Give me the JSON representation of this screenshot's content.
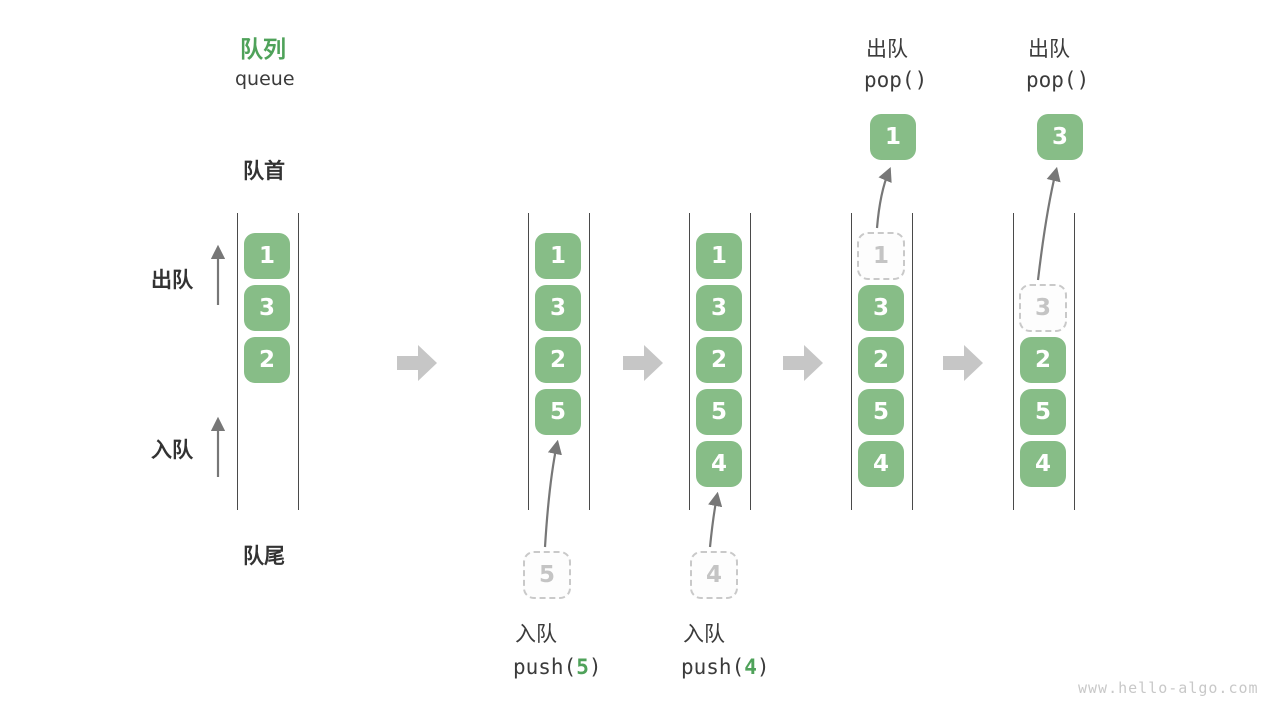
{
  "header": {
    "title_zh": "队列",
    "title_en": "queue"
  },
  "side_labels": {
    "front": "队首",
    "rear": "队尾",
    "dequeue": "出队",
    "enqueue": "入队"
  },
  "stages": [
    {
      "cells": [
        "1",
        "3",
        "2"
      ]
    },
    {
      "cells": [
        "1",
        "3",
        "2",
        "5"
      ],
      "ghost": "5",
      "op_label": "入队",
      "op_pre": "push(",
      "op_arg": "5",
      "op_post": ")"
    },
    {
      "cells": [
        "1",
        "3",
        "2",
        "5",
        "4"
      ],
      "ghost": "4",
      "op_label": "入队",
      "op_pre": "push(",
      "op_arg": "4",
      "op_post": ")"
    },
    {
      "cells": [
        "3",
        "2",
        "5",
        "4"
      ],
      "ghost": "1",
      "popped": "1",
      "op_label": "出队",
      "op_code": "pop()"
    },
    {
      "cells": [
        "2",
        "5",
        "4"
      ],
      "ghost": "3",
      "popped": "3",
      "op_label": "出队",
      "op_code": "pop()"
    }
  ],
  "watermark": "www.hello-algo.com",
  "colors": {
    "accent_green": "#4FA25A",
    "cell_green": "#87BD87",
    "chunk_gray": "#C6C6C6",
    "line_dark": "#4A4A4A",
    "text_dark": "#3B3B3B",
    "ghost_gray": "#C9C9C9",
    "arrow_dark": "#777777"
  }
}
